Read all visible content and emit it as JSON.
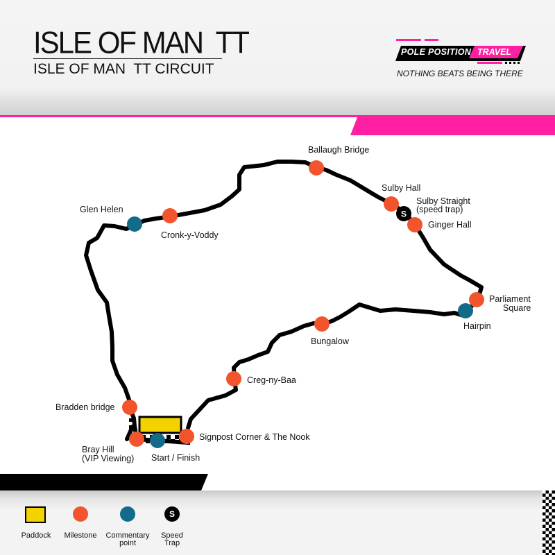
{
  "header": {
    "title": "ISLE OF MAN  TT",
    "subtitle": "ISLE OF MAN  TT CIRCUIT"
  },
  "brand": {
    "name_main": "POLE POSITION",
    "name_accent": "TRAVEL",
    "tagline": "NOTHING BEATS BEING THERE"
  },
  "colors": {
    "accent": "#ff1fa3",
    "track": "#000000",
    "milestone": "#f2542d",
    "commentary": "#136b8a",
    "speed_trap": "#000000",
    "paddock": "#f4d100"
  },
  "map": {
    "locations": [
      {
        "id": "ballaugh-bridge",
        "name": "Ballaugh Bridge",
        "type": "milestone"
      },
      {
        "id": "sulby-hall",
        "name": "Sulby Hall",
        "type": "milestone"
      },
      {
        "id": "sulby-straight",
        "name": "Sulby Straight",
        "name_line2": "(speed trap)",
        "type": "speed_trap",
        "symbol": "S"
      },
      {
        "id": "ginger-hall",
        "name": "Ginger Hall",
        "type": "milestone"
      },
      {
        "id": "glen-helen",
        "name": "Glen Helen",
        "type": "commentary"
      },
      {
        "id": "cronk-y-voddy",
        "name": "Cronk-y-Voddy",
        "type": "milestone"
      },
      {
        "id": "parliament-square",
        "name": "Parliament",
        "name_line2": "Square",
        "type": "milestone"
      },
      {
        "id": "hairpin",
        "name": "Hairpin",
        "type": "commentary"
      },
      {
        "id": "bungalow",
        "name": "Bungalow",
        "type": "milestone"
      },
      {
        "id": "creg-ny-baa",
        "name": "Creg-ny-Baa",
        "type": "milestone"
      },
      {
        "id": "bradden-bridge",
        "name": "Bradden bridge",
        "type": "milestone"
      },
      {
        "id": "signpost-corner",
        "name": "Signpost Corner & The Nook",
        "type": "milestone"
      },
      {
        "id": "bray-hill",
        "name": "Bray Hill",
        "name_line2": "(VIP Viewing)",
        "type": "milestone"
      },
      {
        "id": "start-finish",
        "name": "Start / Finish",
        "type": "commentary"
      }
    ]
  },
  "legend": [
    {
      "type": "paddock",
      "label": "Paddock"
    },
    {
      "type": "milestone",
      "label": "Milestone"
    },
    {
      "type": "commentary",
      "label": "Commentary",
      "label_line2": "point"
    },
    {
      "type": "speed_trap",
      "label": "Speed",
      "label_line2": "Trap",
      "symbol": "S"
    }
  ]
}
